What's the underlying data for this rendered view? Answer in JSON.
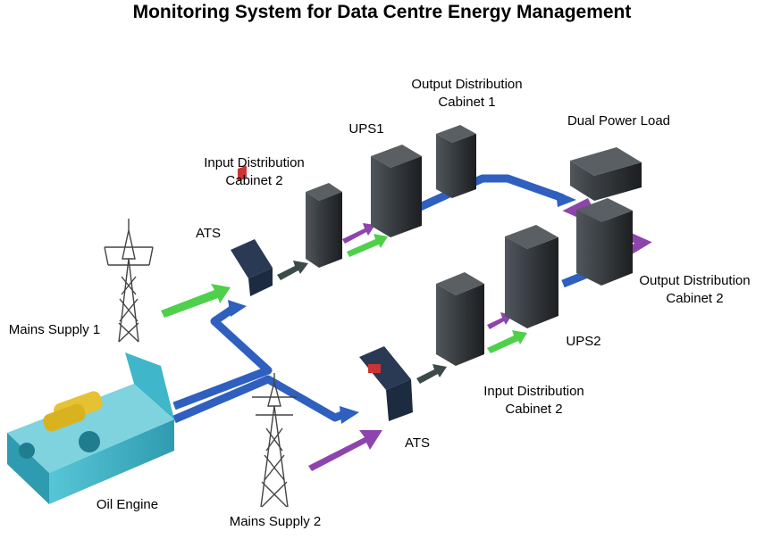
{
  "title": "Monitoring System for Data Centre Energy Management",
  "labels": {
    "output_cabinet_1": [
      "Output Distribution",
      "Cabinet 1"
    ],
    "ups1": "UPS1",
    "dual_power_load": "Dual Power Load",
    "input_cabinet_top": [
      "Input Distribution",
      "Cabinet 2"
    ],
    "ats_top": "ATS",
    "mains_supply_1": "Mains Supply 1",
    "output_cabinet_2": [
      "Output Distribution",
      "Cabinet 2"
    ],
    "ups2": "UPS2",
    "input_cabinet_bottom": [
      "Input Distribution",
      "Cabinet 2"
    ],
    "ats_bottom": "ATS",
    "oil_engine": "Oil Engine",
    "mains_supply_2": "Mains Supply 2"
  },
  "colors": {
    "blue_line": "#2f5fbf",
    "purple_line": "#8e44ad",
    "green_arrow": "#4fd04a",
    "dark_arrow": "#3c4a4a",
    "cabinet": "#2b2e31",
    "engine": "#3fb6c9"
  }
}
